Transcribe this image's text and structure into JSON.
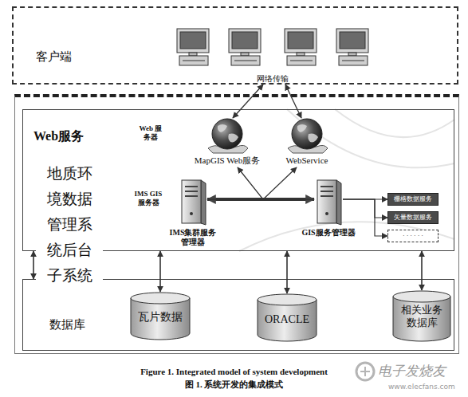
{
  "diagram": {
    "caption": "Figure 1. Integrated model of system development",
    "nodes": [
      {
        "text": [
          "客户端"
        ]
      },
      {
        "text": [
          "地质环境数据管理系统后台子系统"
        ]
      },
      {
        "text": [
          "Web服务"
        ],
        "in": 1
      },
      {
        "text": [
          "MapGIS Web服务"
        ],
        "in": 2
      },
      {
        "text": [
          "WebService"
        ],
        "in": 2
      },
      {
        "text": [
          "IMS集群服务管理器"
        ],
        "in": 2
      },
      {
        "text": [
          "GIS服务管理器"
        ],
        "in": 2
      },
      {
        "text": [
          "栅格数据服务"
        ],
        "in": 2
      },
      {
        "text": [
          "矢量数据服务"
        ],
        "in": 2
      },
      {
        "text": [
          "· · · · · ·"
        ],
        "in": 2
      },
      {
        "text": [
          "数据库"
        ],
        "in": 1
      },
      {
        "text": [
          "瓦片数据"
        ],
        "in": 10
      },
      {
        "text": [
          "ORACLE"
        ],
        "in": 10
      },
      {
        "text": [
          "相关业务数据库"
        ],
        "in": 10
      }
    ],
    "edges": [
      {
        "from": 0,
        "to": 3,
        "arrow": "both"
      },
      {
        "from": 0,
        "to": 4,
        "arrow": "both"
      },
      {
        "from": 5,
        "to": 6,
        "arrow": "both"
      },
      {
        "from": 5,
        "to": 3,
        "arrow": "to"
      },
      {
        "from": 6,
        "to": 4,
        "arrow": "to"
      },
      {
        "from": 6,
        "to": 7,
        "arrow": "to"
      },
      {
        "from": 6,
        "to": 8,
        "arrow": "to"
      },
      {
        "from": 6,
        "to": 9,
        "arrow": "to"
      },
      {
        "from": 2,
        "to": 10,
        "arrow": "both"
      },
      {
        "from": 2,
        "to": 11,
        "arrow": "both"
      },
      {
        "from": 2,
        "to": 12,
        "arrow": "both"
      },
      {
        "from": 2,
        "to": 13,
        "arrow": "both"
      }
    ],
    "labels": [
      "网络传输",
      "Web 服务器",
      "IMS GIS 服务器",
      "图 1. 系统开发的集成模式",
      "电子发烧友",
      "www.elecfans.com"
    ]
  }
}
